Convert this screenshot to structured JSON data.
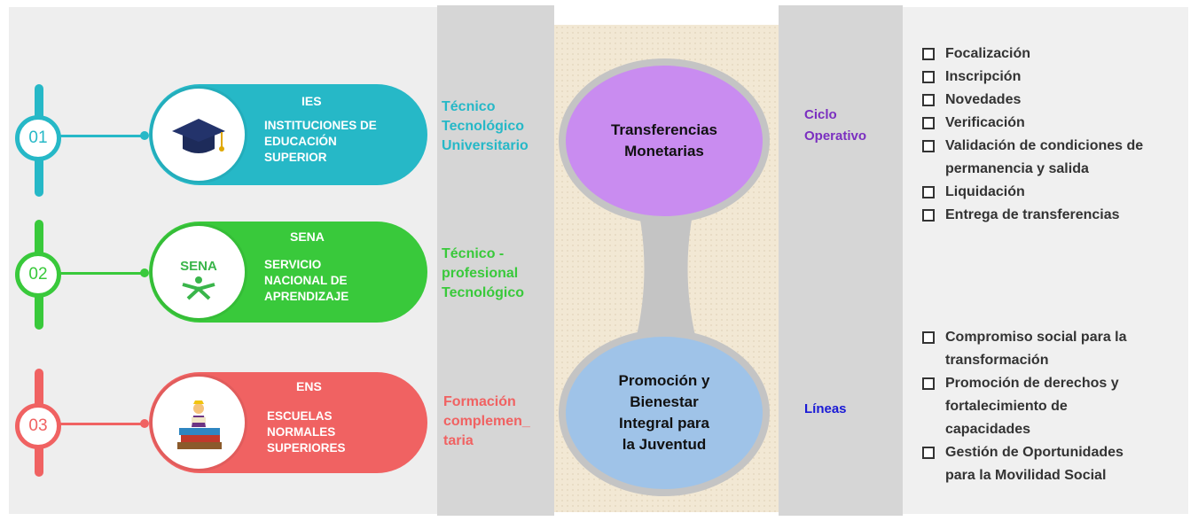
{
  "colors": {
    "ies": "#26b8c7",
    "sena": "#39c93b",
    "ens": "#f06262",
    "transfer": "#c98cf0",
    "promo": "#9fc3e8",
    "purple": "#7b2fc0",
    "blue": "#1a1ad6"
  },
  "rows": [
    {
      "number": "01",
      "acronym": "IES",
      "description": "INSTITUCIONES DE\nEDUCACIÓN\nSUPERIOR",
      "icon": "graduation-cap-icon",
      "types": "Técnico\nTecnológico\nUniversitario"
    },
    {
      "number": "02",
      "acronym": "SENA",
      "description": "SERVICIO\nNACIONAL DE\nAPRENDIZAJE",
      "icon": "sena-logo-icon",
      "logo_text": "SENA",
      "types": "Técnico -\nprofesional\nTecnológico"
    },
    {
      "number": "03",
      "acronym": "ENS",
      "description": "ESCUELAS\nNORMALES\nSUPERIORES",
      "icon": "books-reader-icon",
      "types": "Formación\ncomplemen_\ntaria"
    }
  ],
  "center": {
    "top": "Transferencias\nMonetarias",
    "bottom": "Promoción y\nBienestar\nIntegral para\nla Juventud"
  },
  "side": {
    "ciclo": "Ciclo\nOperativo",
    "lineas": "Líneas"
  },
  "ciclo_items": [
    "Focalización",
    "Inscripción",
    "Novedades",
    "Verificación",
    "Validación de condiciones de permanencia y salida",
    "Liquidación",
    "Entrega de transferencias"
  ],
  "lineas_items": [
    "Compromiso social para la transformación",
    "Promoción de derechos y fortalecimiento de capacidades",
    "Gestión de Oportunidades para la Movilidad Social"
  ]
}
